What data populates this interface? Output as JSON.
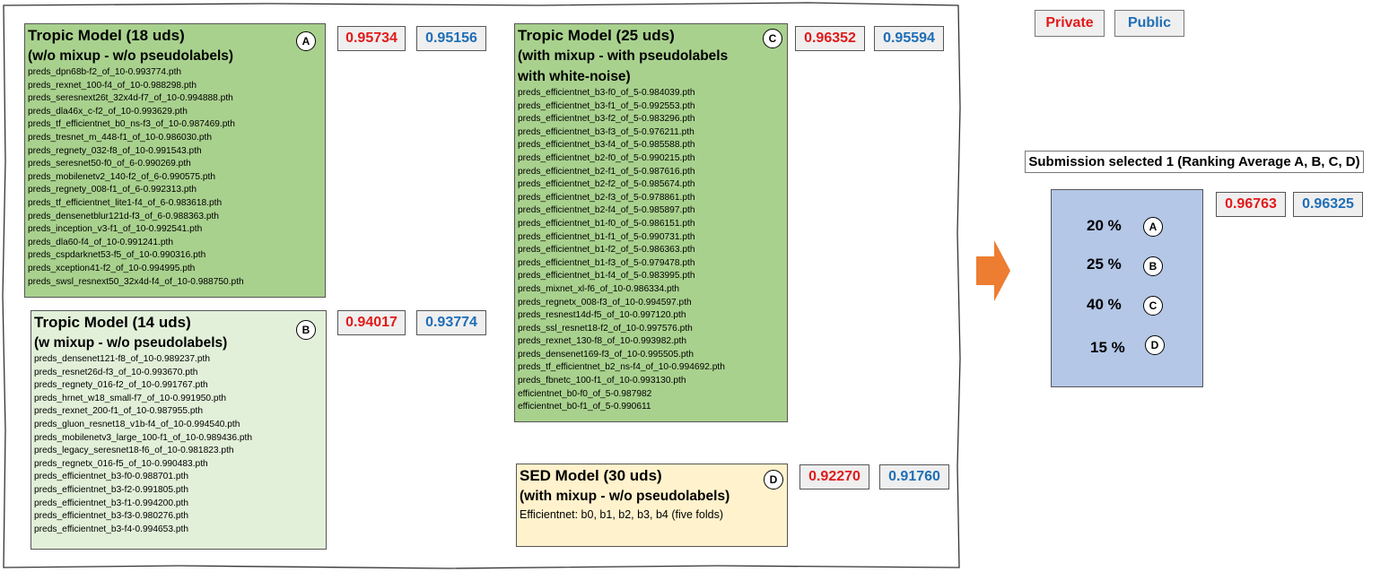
{
  "colors": {
    "private": "#e21a1a",
    "public": "#1f6eb6",
    "tropic_dark": "#a9d18e",
    "tropic_light": "#e2f0d9",
    "sed": "#fff2cc",
    "ensemble": "#b4c7e7",
    "arrow": "#ed7d31"
  },
  "legend": {
    "private": "Private",
    "public": "Public"
  },
  "model_a": {
    "title": "Tropic Model (18 uds)",
    "subtitle": "(w/o mixup - w/o pseudolabels)",
    "label": "A",
    "private": "0.95734",
    "public": "0.95156",
    "files": [
      "preds_dpn68b-f2_of_10-0.993774.pth",
      "preds_rexnet_100-f4_of_10-0.988298.pth",
      "preds_seresnext26t_32x4d-f7_of_10-0.994888.pth",
      "preds_dla46x_c-f2_of_10-0.993629.pth",
      "preds_tf_efficientnet_b0_ns-f3_of_10-0.987469.pth",
      "preds_tresnet_m_448-f1_of_10-0.986030.pth",
      "preds_regnety_032-f8_of_10-0.991543.pth",
      "preds_seresnet50-f0_of_6-0.990269.pth",
      "preds_mobilenetv2_140-f2_of_6-0.990575.pth",
      "preds_regnety_008-f1_of_6-0.992313.pth",
      "preds_tf_efficientnet_lite1-f4_of_6-0.983618.pth",
      "preds_densenetblur121d-f3_of_6-0.988363.pth",
      "preds_inception_v3-f1_of_10-0.992541.pth",
      "preds_dla60-f4_of_10-0.991241.pth",
      "preds_cspdarknet53-f5_of_10-0.990316.pth",
      "preds_xception41-f2_of_10-0.994995.pth",
      "preds_swsl_resnext50_32x4d-f4_of_10-0.988750.pth"
    ]
  },
  "model_b": {
    "title": "Tropic Model (14 uds)",
    "subtitle": "(w mixup - w/o pseudolabels)",
    "label": "B",
    "private": "0.94017",
    "public": "0.93774",
    "files": [
      "preds_densenet121-f8_of_10-0.989237.pth",
      "preds_resnet26d-f3_of_10-0.993670.pth",
      "preds_regnety_016-f2_of_10-0.991767.pth",
      "preds_hrnet_w18_small-f7_of_10-0.991950.pth",
      "preds_rexnet_200-f1_of_10-0.987955.pth",
      "preds_gluon_resnet18_v1b-f4_of_10-0.994540.pth",
      "preds_mobilenetv3_large_100-f1_of_10-0.989436.pth",
      "preds_legacy_seresnet18-f6_of_10-0.981823.pth",
      "preds_regnetx_016-f5_of_10-0.990483.pth",
      "preds_efficientnet_b3-f0-0.988701.pth",
      "preds_efficientnet_b3-f2-0.991805.pth",
      "preds_efficientnet_b3-f1-0.994200.pth",
      "preds_efficientnet_b3-f3-0.980276.pth",
      "preds_efficientnet_b3-f4-0.994653.pth"
    ]
  },
  "model_c": {
    "title": "Tropic Model (25 uds)",
    "subtitle": "(with mixup - with pseudolabels",
    "subtitle2": "with white-noise)",
    "label": "C",
    "private": "0.96352",
    "public": "0.95594",
    "files": [
      "preds_efficientnet_b3-f0_of_5-0.984039.pth",
      "preds_efficientnet_b3-f1_of_5-0.992553.pth",
      "preds_efficientnet_b3-f2_of_5-0.983296.pth",
      "preds_efficientnet_b3-f3_of_5-0.976211.pth",
      "preds_efficientnet_b3-f4_of_5-0.985588.pth",
      "preds_efficientnet_b2-f0_of_5-0.990215.pth",
      "preds_efficientnet_b2-f1_of_5-0.987616.pth",
      "preds_efficientnet_b2-f2_of_5-0.985674.pth",
      "preds_efficientnet_b2-f3_of_5-0.978861.pth",
      "preds_efficientnet_b2-f4_of_5-0.985897.pth",
      "preds_efficientnet_b1-f0_of_5-0.986151.pth",
      "preds_efficientnet_b1-f1_of_5-0.990731.pth",
      "preds_efficientnet_b1-f2_of_5-0.986363.pth",
      "preds_efficientnet_b1-f3_of_5-0.979478.pth",
      "preds_efficientnet_b1-f4_of_5-0.983995.pth",
      "preds_mixnet_xl-f6_of_10-0.986334.pth",
      "preds_regnetx_008-f3_of_10-0.994597.pth",
      "preds_resnest14d-f5_of_10-0.997120.pth",
      "preds_ssl_resnet18-f2_of_10-0.997576.pth",
      "preds_rexnet_130-f8_of_10-0.993982.pth",
      "preds_densenet169-f3_of_10-0.995505.pth",
      "preds_tf_efficientnet_b2_ns-f4_of_10-0.994692.pth",
      "preds_fbnetc_100-f1_of_10-0.993130.pth",
      "efficientnet_b0-f0_of_5-0.987982",
      "efficientnet_b0-f1_of_5-0.990611"
    ]
  },
  "model_d": {
    "title": "SED Model (30 uds)",
    "subtitle": "(with mixup - w/o pseudolabels)",
    "description": "Efficientnet: b0, b1, b2, b3, b4 (five folds)",
    "label": "D",
    "private": "0.92270",
    "public": "0.91760"
  },
  "submission": {
    "title": "Submission selected 1 (Ranking Average A, B, C, D)",
    "private": "0.96763",
    "public": "0.96325",
    "weights": [
      {
        "percent": "20 %",
        "label": "A"
      },
      {
        "percent": "25 %",
        "label": "B"
      },
      {
        "percent": "40 %",
        "label": "C"
      },
      {
        "percent": "15 %",
        "label": "D"
      }
    ]
  }
}
